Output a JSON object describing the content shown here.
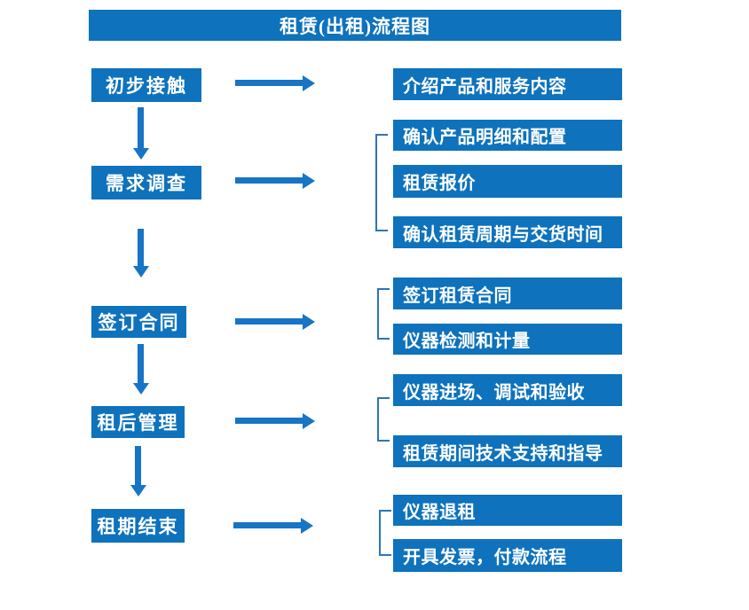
{
  "title": "租赁(出租)流程图",
  "colors": {
    "box": "#0e72bc",
    "arrow": "#1874c4",
    "bracket": "#2e74b5",
    "text": "#ffffff",
    "background": "#ffffff"
  },
  "stages": [
    {
      "label": "初步接触",
      "details": [
        "介绍产品和服务内容"
      ]
    },
    {
      "label": "需求调查",
      "details": [
        "确认产品明细和配置",
        "租赁报价",
        "确认租赁周期与交货时间"
      ]
    },
    {
      "label": "签订合同",
      "details": [
        "签订租赁合同",
        "仪器检测和计量"
      ]
    },
    {
      "label": "租后管理",
      "details": [
        "仪器进场、调试和验收",
        "租赁期间技术支持和指导"
      ]
    },
    {
      "label": "租期结束",
      "details": [
        "仪器退租",
        "开具发票，付款流程"
      ]
    }
  ]
}
